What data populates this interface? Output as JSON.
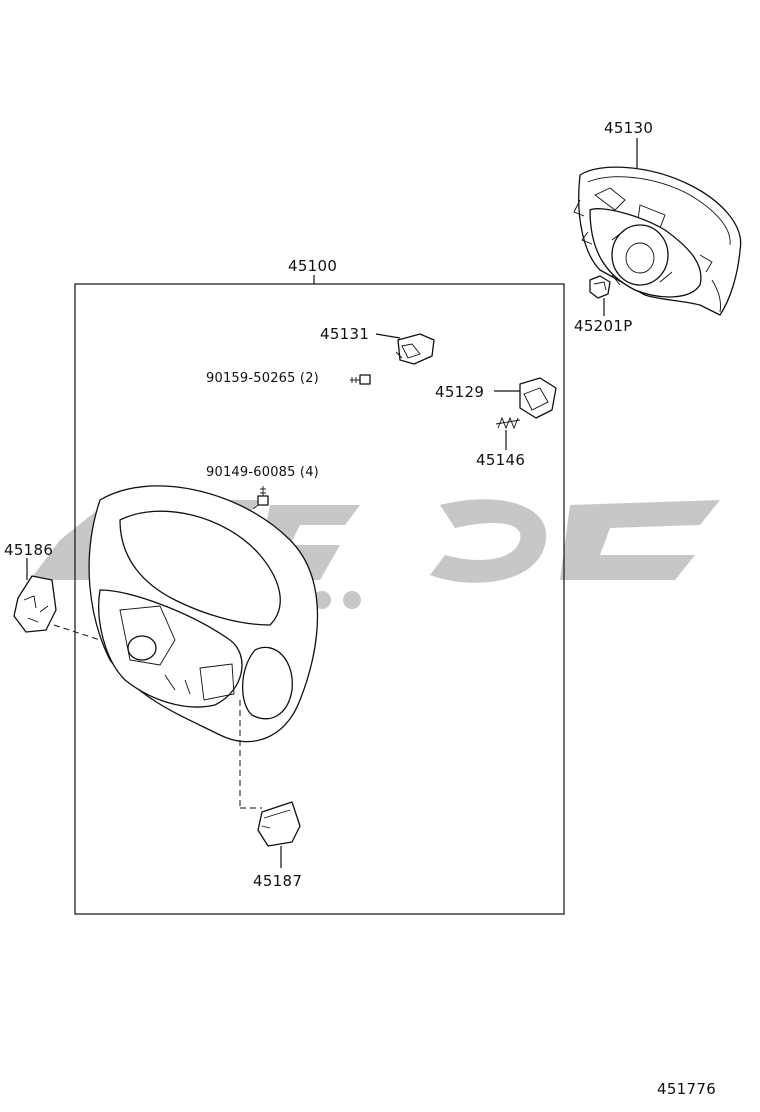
{
  "diagram": {
    "figure_code": "451776",
    "assembly_box_label": "45100",
    "parts": [
      {
        "id": "airbag-module",
        "number": "45130"
      },
      {
        "id": "airbag-nut",
        "number": "45201P"
      },
      {
        "id": "horn-button-a",
        "number": "45131"
      },
      {
        "id": "screw-a",
        "number": "90159-50265 (2)"
      },
      {
        "id": "horn-button-b",
        "number": "45129"
      },
      {
        "id": "spring",
        "number": "45146"
      },
      {
        "id": "screw-b",
        "number": "90149-60085 (4)"
      },
      {
        "id": "side-cover",
        "number": "45186"
      },
      {
        "id": "lower-cover",
        "number": "45187"
      }
    ]
  }
}
